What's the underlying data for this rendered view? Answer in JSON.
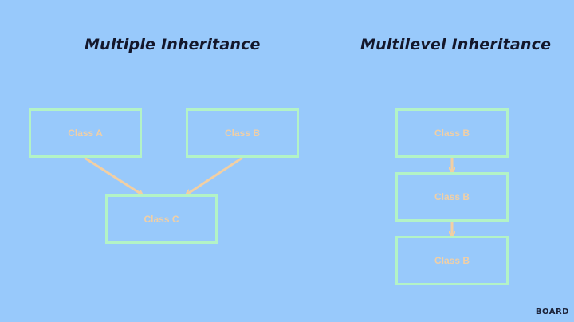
{
  "diagrams": {
    "multiple": {
      "title": "Multiple Inheritance",
      "nodes": [
        {
          "id": "class-a",
          "label": "Class A"
        },
        {
          "id": "class-b",
          "label": "Class B"
        },
        {
          "id": "class-c",
          "label": "Class C"
        }
      ],
      "edges": [
        {
          "from": "class-a",
          "to": "class-c"
        },
        {
          "from": "class-b",
          "to": "class-c"
        }
      ]
    },
    "multilevel": {
      "title": "Multilevel Inheritance",
      "nodes": [
        {
          "id": "level-1",
          "label": "Class B"
        },
        {
          "id": "level-2",
          "label": "Class B"
        },
        {
          "id": "level-3",
          "label": "Class B"
        }
      ],
      "edges": [
        {
          "from": "level-1",
          "to": "level-2"
        },
        {
          "from": "level-2",
          "to": "level-3"
        }
      ]
    }
  },
  "brand": {
    "logo_text": "BOARD"
  },
  "colors": {
    "background": "#98c9fb",
    "box_border": "#b3f3c6",
    "box_text": "#f0cfa6",
    "arrow": "#f2cfa3",
    "title": "#14172b"
  }
}
